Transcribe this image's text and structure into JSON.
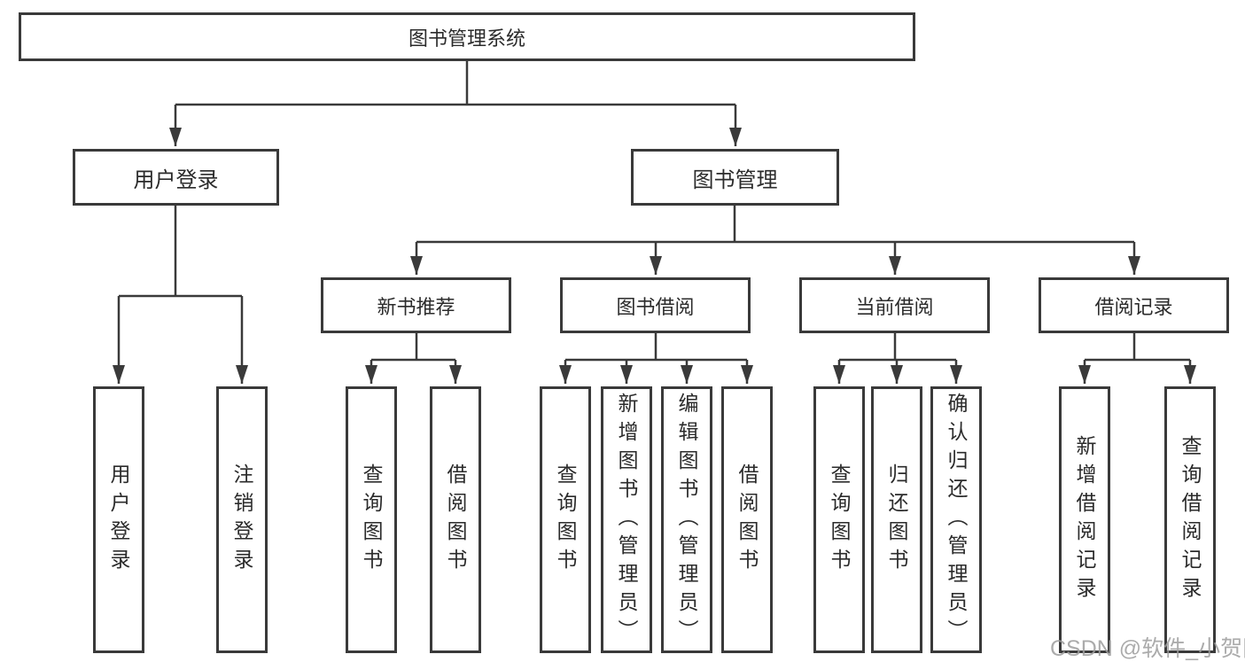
{
  "diagram": {
    "root": {
      "label": "图书管理系统"
    },
    "branches": [
      {
        "label": "用户登录",
        "children": [
          {
            "label": "用户登录"
          },
          {
            "label": "注销登录"
          }
        ]
      },
      {
        "label": "图书管理",
        "children": [
          {
            "label": "新书推荐",
            "children": [
              {
                "label": "查询图书"
              },
              {
                "label": "借阅图书"
              }
            ]
          },
          {
            "label": "图书借阅",
            "children": [
              {
                "label": "查询图书"
              },
              {
                "label": "新增图书（管理员）"
              },
              {
                "label": "编辑图书（管理员）"
              },
              {
                "label": "借阅图书"
              }
            ]
          },
          {
            "label": "当前借阅",
            "children": [
              {
                "label": "查询图书"
              },
              {
                "label": "归还图书"
              },
              {
                "label": "确认归还（管理员）"
              }
            ]
          },
          {
            "label": "借阅记录",
            "children": [
              {
                "label": "新增借阅记录"
              },
              {
                "label": "查询借阅记录"
              }
            ]
          }
        ]
      }
    ]
  },
  "watermark": {
    "text": "CSDN @软件_小贺同学"
  },
  "colors": {
    "line": "#3a3a3a",
    "text": "#2b2b2b",
    "background": "#ffffff",
    "watermark": "#9d9d9d"
  }
}
